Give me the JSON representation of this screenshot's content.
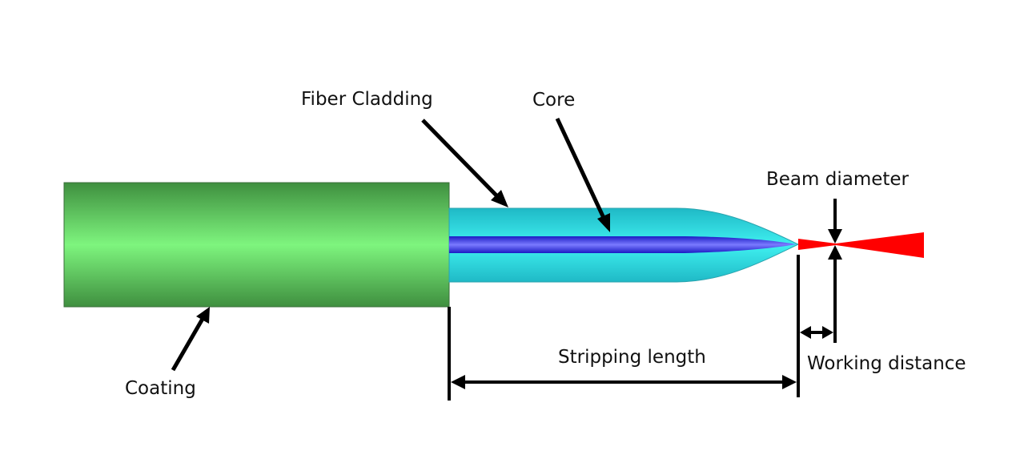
{
  "labels": {
    "fiber_cladding": "Fiber Cladding",
    "core": "Core",
    "beam_diameter": "Beam diameter",
    "stripping_length": "Stripping length",
    "working_distance": "Working distance",
    "coating": "Coating"
  },
  "colors": {
    "coating_edge": "#3f8f3f",
    "coating_center": "#7ef57e",
    "cladding_edge": "#1fb9c6",
    "cladding_center": "#3ff0f0",
    "core_edge": "#1b1bc4",
    "core_center": "#7a7aff",
    "beam": "#ff0000",
    "annotation": "#000000"
  }
}
